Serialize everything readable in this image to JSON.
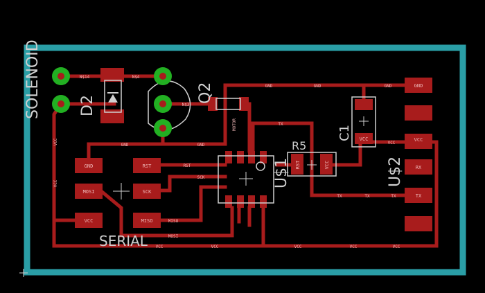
{
  "colors": {
    "background": "#000000",
    "outline": "#2a9ea6",
    "copper": "#a81c1c",
    "pad_text": "#f0b8b8",
    "silkscreen": "#d0d0d0",
    "through_hole": "#22b022"
  },
  "components": {
    "solenoid": "SOLENOID",
    "d2": "D2",
    "q2": "Q2",
    "r5": "R5",
    "c1": "C1",
    "u1": "U$1",
    "u2": "U$2",
    "serial": "SERIAL"
  },
  "pads": {
    "gnd_left": "GND",
    "mosi": "MOSI",
    "vcc_left": "VCC",
    "rst": "RST",
    "sck": "SCK",
    "miso": "MISO",
    "gnd_right": "GND",
    "vcc_right": "VCC",
    "rx": "RX",
    "tx": "TX",
    "r5_pad": "RST",
    "r5_pad2": "VCC",
    "c1_pad": "VCC"
  },
  "nets": {
    "n14": "N$14",
    "n4": "N$4",
    "n3": "N$3",
    "gnd": "GND",
    "vcc": "VCC",
    "tx": "TX",
    "rst": "RST",
    "sck": "SCK",
    "miso": "MISO",
    "mosi": "MOSI",
    "motor": "MOTOR"
  }
}
